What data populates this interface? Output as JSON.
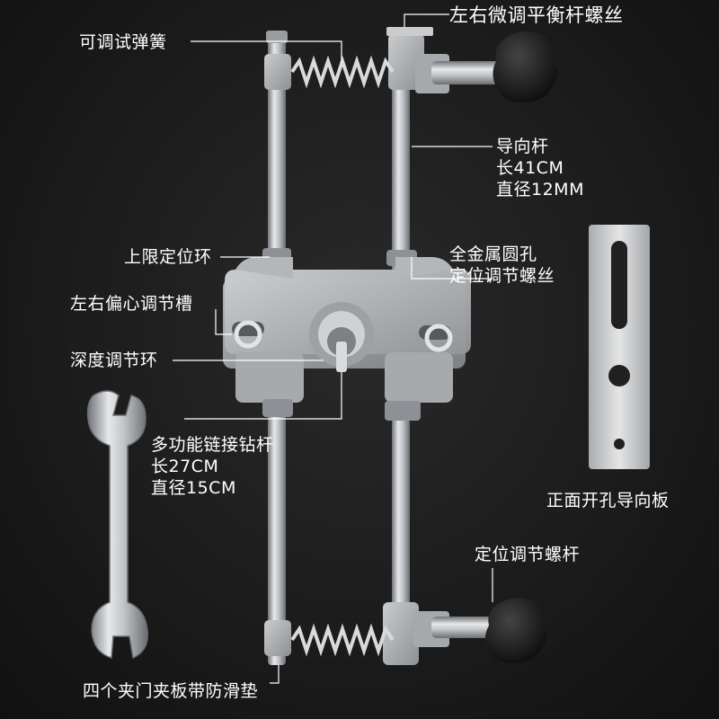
{
  "labels": {
    "balance_screw": "左右微调平衡杆螺丝",
    "spring": "可调试弹簧",
    "guide_rod_name": "导向杆",
    "guide_rod_length": "长41CM",
    "guide_rod_diameter": "直径12MM",
    "upper_ring": "上限定位环",
    "hole_screw_line1": "全金属圆孔",
    "hole_screw_line2": "定位调节螺丝",
    "eccentric_slot": "左右偏心调节槽",
    "depth_ring": "深度调节环",
    "drill_rod_name": "多功能链接钻杆",
    "drill_rod_length": "长27CM",
    "drill_rod_diameter": "直径15CM",
    "guide_plate": "正面开孔导向板",
    "positioning_screw": "定位调节螺杆",
    "clamps": "四个夹门夹板带防滑垫"
  },
  "colors": {
    "background": "#1c1c1c",
    "metal": "#b9bcbf",
    "metal_dark": "#7f8387",
    "knob": "#141414",
    "text": "#ffffff",
    "leader_line": "#ffffff"
  }
}
